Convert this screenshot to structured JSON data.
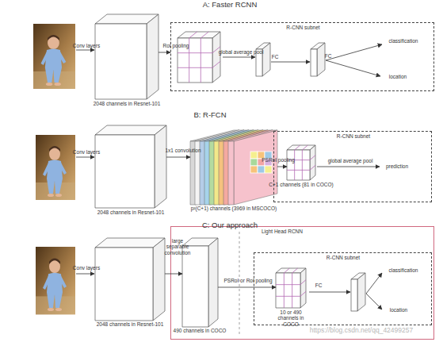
{
  "diagram": {
    "nodes": [
      {
        "text": [
          "2048 channels in Resnet-101"
        ]
      },
      {
        "text": [
          "R-CNN subnet"
        ]
      },
      {
        "text": [
          "2048 channels in Resnet-101"
        ]
      },
      {
        "text": [
          "p²(C+1) channels (3969 in MSCOCO)"
        ]
      },
      {
        "text": [
          "R-CNN subnet"
        ]
      },
      {
        "text": [
          "C+1 channels (81 in COCO)"
        ],
        "in": 4
      },
      {
        "text": [
          "2048 channels in Resnet-101"
        ]
      },
      {
        "text": [
          "Light Head RCNN"
        ]
      },
      {
        "text": [
          "490 channels in COCO"
        ],
        "in": 7
      },
      {
        "text": [
          "R-CNN subnet"
        ],
        "in": 7
      },
      {
        "text": [
          "10 or 490 channels in COCO"
        ],
        "in": 9
      }
    ],
    "edges": [
      {
        "from": 0,
        "to": 1,
        "label": "RoI pooling",
        "arrow": "to"
      },
      {
        "from": 2,
        "to": 3,
        "label": "1x1 convolution",
        "arrow": "to"
      },
      {
        "from": 3,
        "to": 5,
        "label": "PSRoI pooling",
        "arrow": "to"
      },
      {
        "from": 6,
        "to": 8,
        "label": "large separable convolution",
        "arrow": "to"
      },
      {
        "from": 8,
        "to": 10,
        "label": "PSRoI or RoI pooling",
        "arrow": "to"
      }
    ],
    "labels": [
      "A: Faster RCNN",
      "Conv layers",
      "global average pool",
      "FC",
      "FC",
      "classification",
      "location",
      "B: R-FCN",
      "Conv layers",
      "global average pool",
      "prediction",
      "C: Our approach",
      "Conv layers",
      "FC",
      "classification",
      "location",
      "https://blog.csdn.net/qq_42499257"
    ]
  }
}
